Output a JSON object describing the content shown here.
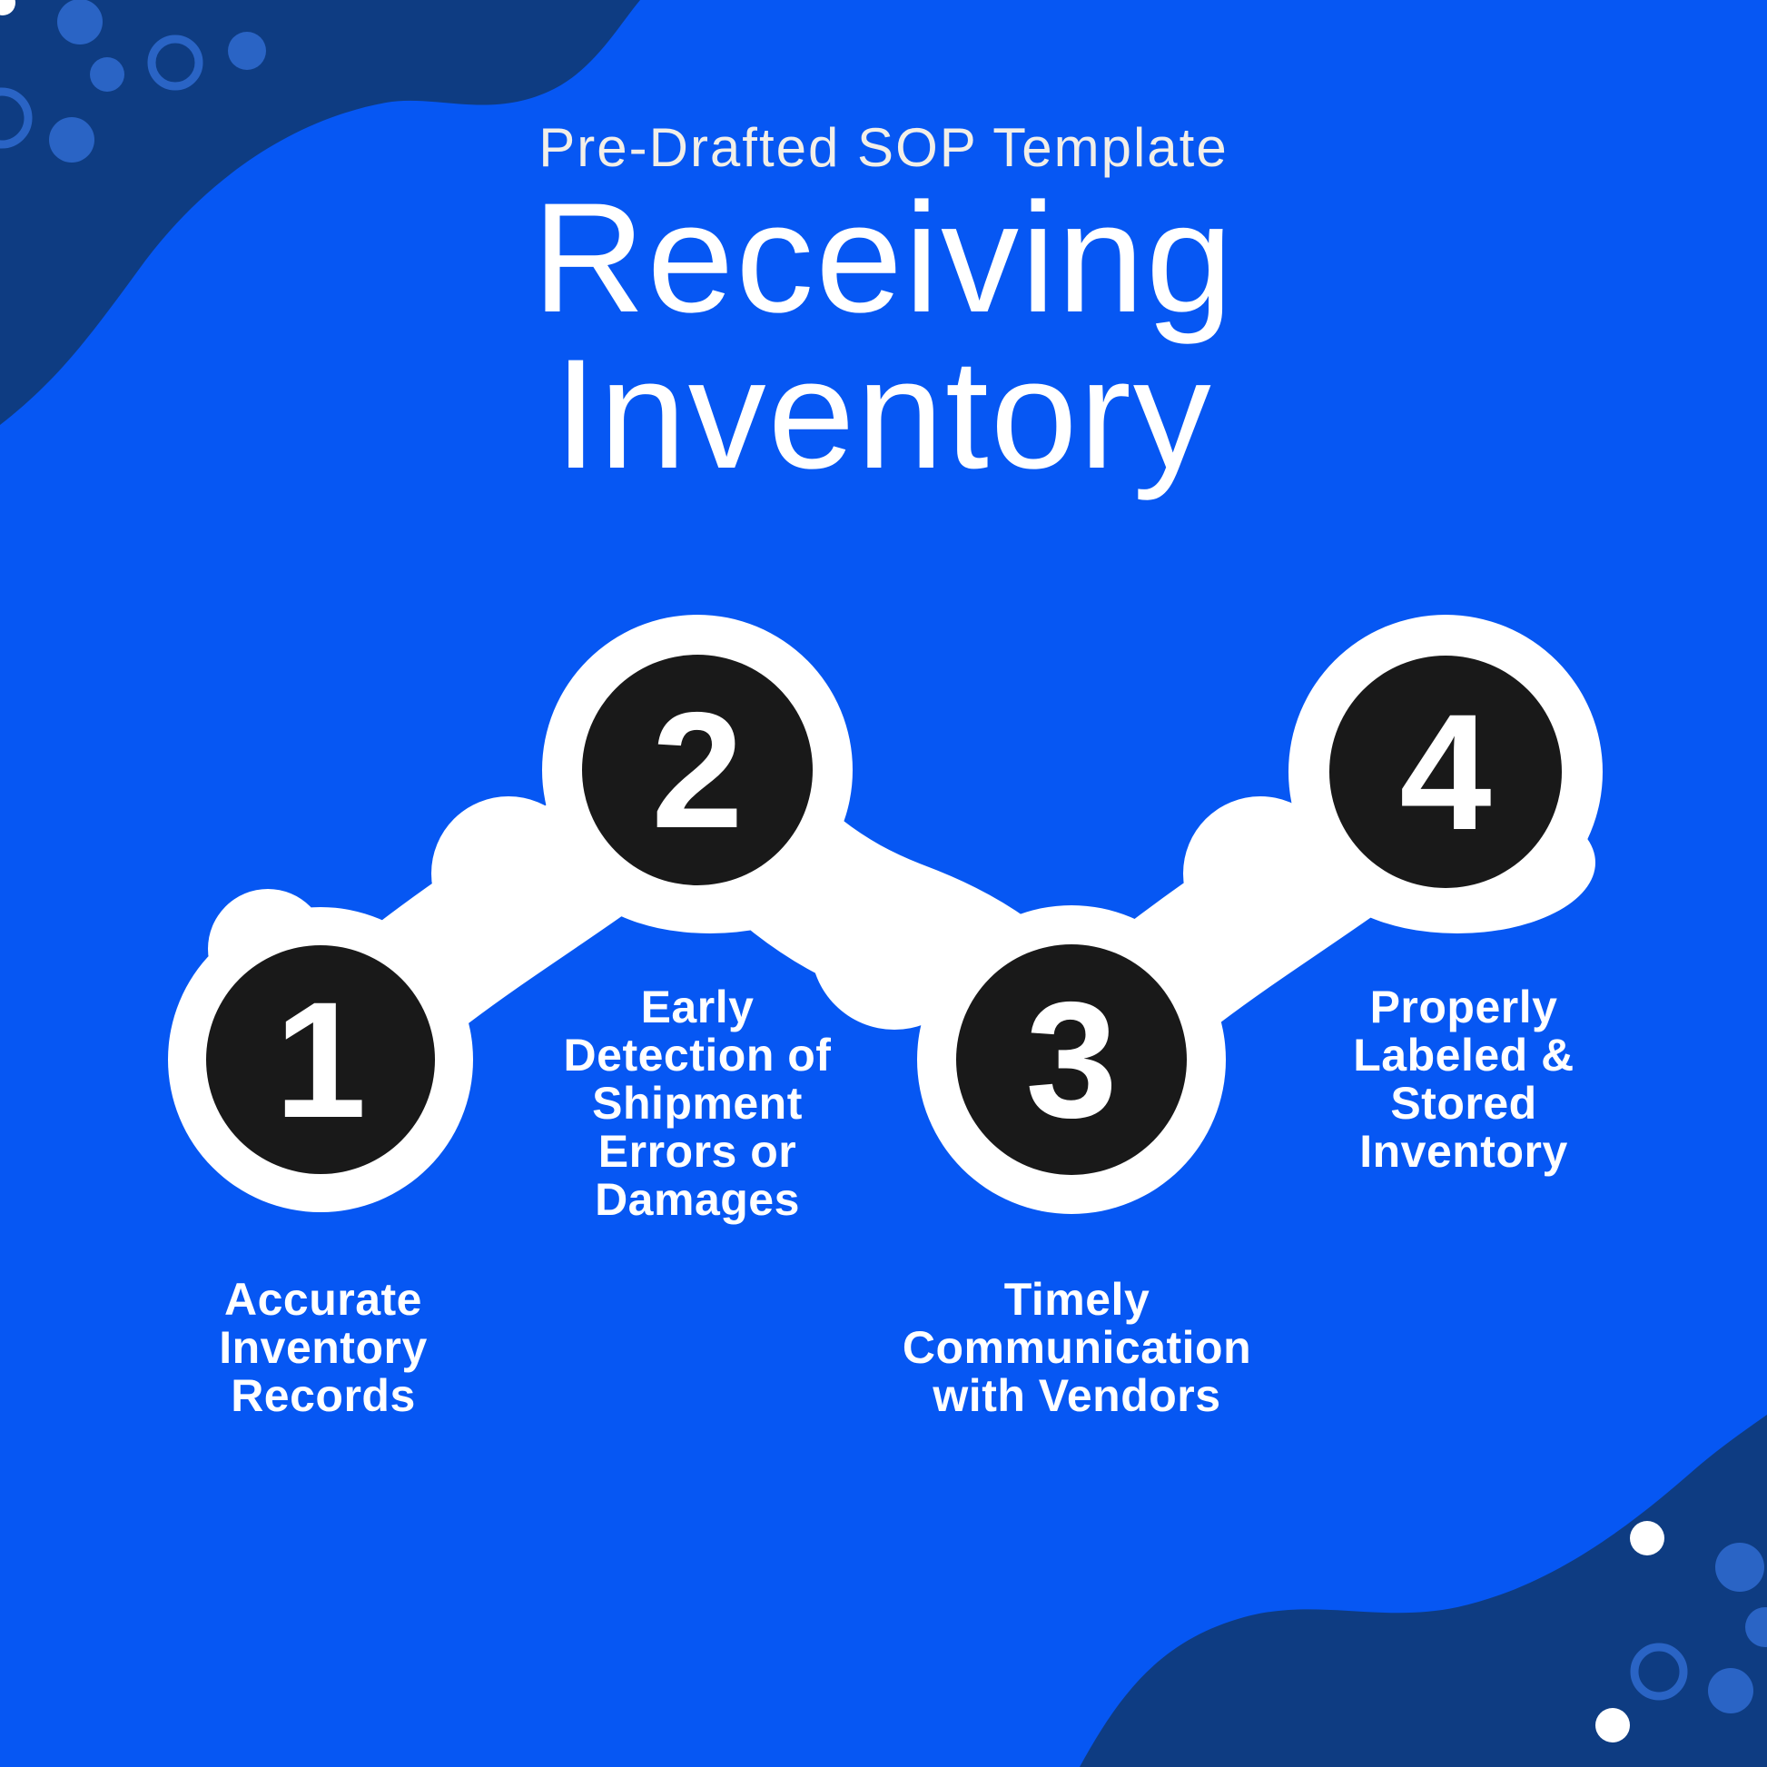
{
  "colors": {
    "background": "#0657F3",
    "corner_navy": "#0E3C82",
    "corner_dot_blue": "#2A64C5",
    "circle_black": "#191919",
    "text_white": "#FFFFFF",
    "subtitle_cream": "#F2EFE8",
    "blob_white": "#FFFFFF"
  },
  "header": {
    "subtitle": "Pre-Drafted SOP Template",
    "title": "Receiving\nInventory"
  },
  "steps": [
    {
      "number": "1",
      "label": "Accurate\nInventory\nRecords"
    },
    {
      "number": "2",
      "label": "Early\nDetection of\nShipment\nErrors or\nDamages"
    },
    {
      "number": "3",
      "label": "Timely\nCommunication\nwith Vendors"
    },
    {
      "number": "4",
      "label": "Properly\nLabeled &\nStored\nInventory"
    }
  ]
}
